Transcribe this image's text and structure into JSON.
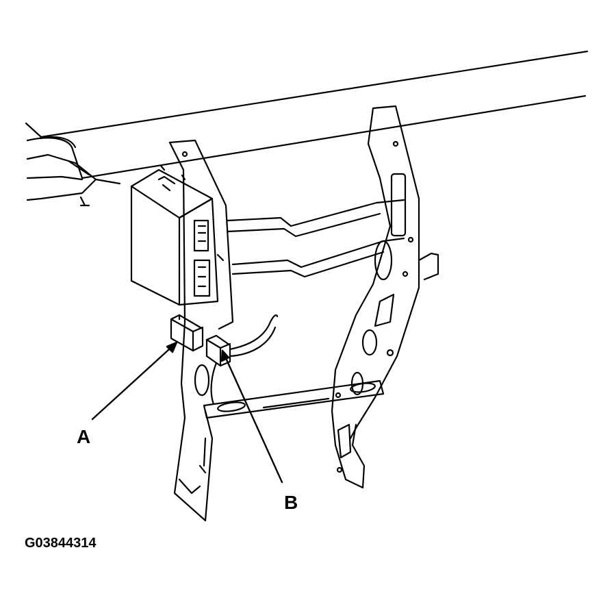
{
  "diagram": {
    "callouts": [
      {
        "id": "A",
        "label": "A"
      },
      {
        "id": "B",
        "label": "B"
      }
    ],
    "figure_id": "G03844314",
    "colors": {
      "ink": "#000000",
      "paper": "#ffffff"
    }
  }
}
